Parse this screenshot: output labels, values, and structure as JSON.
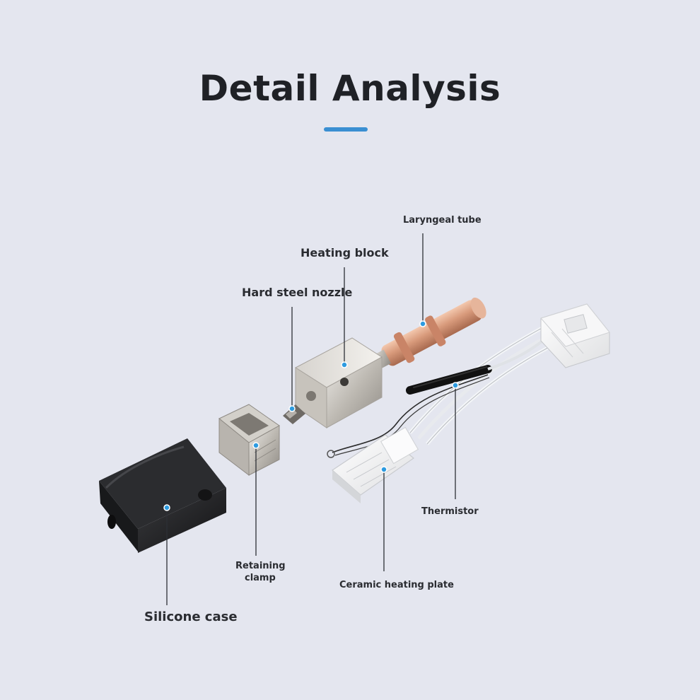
{
  "title": "Detail Analysis",
  "accent_color": "#3a8fd2",
  "labels": {
    "laryngeal_tube": "Laryngeal tube",
    "heating_block": "Heating block",
    "hard_steel_nozzle": "Hard steel nozzle",
    "thermistor": "Thermistor",
    "retaining_clamp_line1": "Retaining",
    "retaining_clamp_line2": "clamp",
    "ceramic_heating_plate": "Ceramic heating plate",
    "silicone_case": "Silicone case"
  }
}
